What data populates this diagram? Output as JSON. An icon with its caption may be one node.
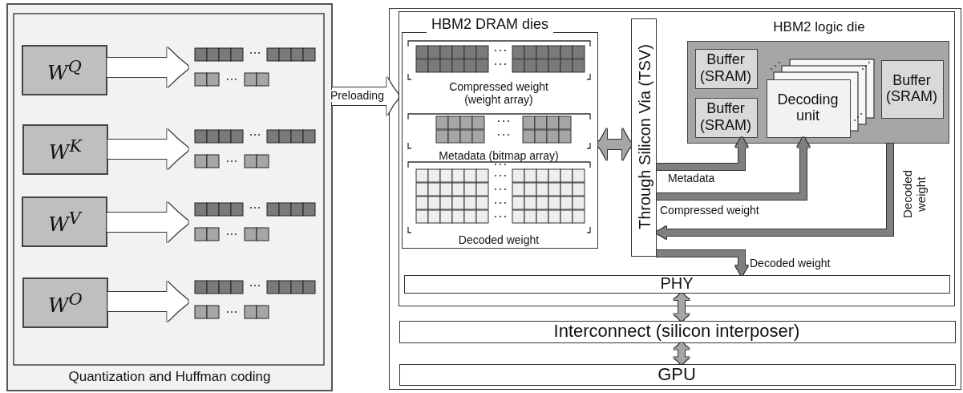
{
  "diagram": {
    "nodes": [
      {
        "text": [
          "Quantization and Huffman coding"
        ]
      },
      {
        "text": [
          "W$^{Q}$"
        ],
        "in": 0
      },
      {
        "text": [
          "W$^{K}$"
        ],
        "in": 0
      },
      {
        "text": [
          "W$^{V}$"
        ],
        "in": 0
      },
      {
        "text": [
          "W$^{O}$"
        ],
        "in": 0
      },
      {
        "text": [],
        "shape": "bar",
        "in": 0
      },
      {
        "text": [],
        "shape": "bar",
        "in": 0
      },
      {
        "text": [],
        "shape": "bar",
        "in": 0
      },
      {
        "text": [],
        "shape": "bar",
        "in": 0
      },
      {
        "text": [],
        "shape": "box"
      },
      {
        "text": [],
        "shape": "box",
        "in": 9
      },
      {
        "text": [
          "HBM2 DRAM dies"
        ],
        "in": 10
      },
      {
        "text": [
          "Compressed weight (weight array)"
        ],
        "in": 11
      },
      {
        "text": [
          "Metadata (bitmap array)"
        ],
        "in": 11
      },
      {
        "text": [
          "Decoded weight"
        ],
        "in": 11
      },
      {
        "text": [
          "Through Silicon Via (TSV)"
        ],
        "in": 10
      },
      {
        "text": [
          "HBM2 logic die"
        ],
        "in": 10
      },
      {
        "text": [
          "Buffer (SRAM)"
        ],
        "in": 16
      },
      {
        "text": [
          "Buffer (SRAM)"
        ],
        "in": 16
      },
      {
        "text": [
          "Decoding unit"
        ],
        "in": 16
      },
      {
        "text": [
          "Buffer (SRAM)"
        ],
        "in": 16
      },
      {
        "text": [
          "PHY"
        ],
        "in": 10
      },
      {
        "text": [
          "Interconnect (silicon interposer)"
        ],
        "in": 9
      },
      {
        "text": [
          "GPU"
        ],
        "in": 9
      }
    ],
    "edges": [
      {
        "from": 1,
        "to": 5,
        "arrow": "to",
        "style": "thick",
        "color": "#ffffff"
      },
      {
        "from": 2,
        "to": 6,
        "arrow": "to",
        "style": "thick",
        "color": "#ffffff"
      },
      {
        "from": 3,
        "to": 7,
        "arrow": "to",
        "style": "thick",
        "color": "#ffffff"
      },
      {
        "from": 4,
        "to": 8,
        "arrow": "to",
        "style": "thick",
        "color": "#ffffff"
      },
      {
        "from": 0,
        "to": 10,
        "arrow": "to",
        "label": "Preloading",
        "style": "thick",
        "color": "#ffffff"
      },
      {
        "from": 11,
        "to": 15,
        "arrow": "both",
        "color": "#a6a6a6"
      },
      {
        "from": 15,
        "to": 18,
        "arrow": "to",
        "label": "Metadata",
        "color": "#808080"
      },
      {
        "from": 15,
        "to": 19,
        "arrow": "to",
        "label": "Compressed weight",
        "color": "#808080"
      },
      {
        "from": 16,
        "to": 15,
        "arrow": "to",
        "label": "Decoded weight",
        "color": "#808080"
      },
      {
        "from": 15,
        "to": 21,
        "arrow": "to",
        "label": "Decoded weight",
        "color": "#808080"
      },
      {
        "from": 21,
        "to": 22,
        "arrow": "both",
        "color": "#a6a6a6"
      },
      {
        "from": 22,
        "to": 23,
        "arrow": "both",
        "color": "#a6a6a6"
      }
    ]
  }
}
